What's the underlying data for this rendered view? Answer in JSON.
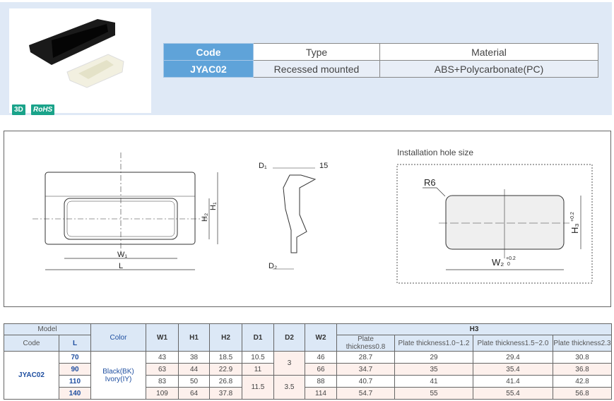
{
  "product": {
    "badges": [
      "3D",
      "RoHS"
    ]
  },
  "spec": {
    "headers": [
      "Code",
      "Type",
      "Material"
    ],
    "values": [
      "JYAC02",
      "Recessed mounted",
      "ABS+Polycarbonate(PC)"
    ]
  },
  "drawing": {
    "labels": {
      "w1": "W₁",
      "l": "L",
      "h1": "H₁",
      "h2": "H₂",
      "d1": "D₁",
      "d2": "D₂",
      "d15": "15"
    },
    "hole": {
      "title": "Installation hole size",
      "r": "R6",
      "w2": "W₂",
      "h3": "H₃",
      "tol_plus": "+0.2",
      "tol_zero": "0"
    }
  },
  "table": {
    "headers": {
      "model": "Model",
      "code": "Code",
      "l": "L",
      "color": "Color",
      "w1": "W1",
      "h1": "H1",
      "h2": "H2",
      "d1": "D1",
      "d2": "D2",
      "w2": "W2",
      "h3": "H3",
      "h3_sub": [
        "Plate thickness0.8",
        "Plate thickness1.0~1.2",
        "Plate thickness1.5~2.0",
        "Plate thickness2.3"
      ]
    },
    "code": "JYAC02",
    "color": [
      "Black(BK)",
      "Ivory(IY)"
    ],
    "d1_groups": [
      "10.5",
      "11",
      "11.5"
    ],
    "d2_groups": [
      "3",
      "3.5"
    ],
    "rows": [
      {
        "l": "70",
        "w1": "43",
        "h1": "38",
        "h2": "18.5",
        "w2": "46",
        "h3": [
          "28.7",
          "29",
          "29.4",
          "30.8"
        ]
      },
      {
        "l": "90",
        "w1": "63",
        "h1": "44",
        "h2": "22.9",
        "w2": "66",
        "h3": [
          "34.7",
          "35",
          "35.4",
          "36.8"
        ]
      },
      {
        "l": "110",
        "w1": "83",
        "h1": "50",
        "h2": "26.8",
        "w2": "88",
        "h3": [
          "40.7",
          "41",
          "41.4",
          "42.8"
        ]
      },
      {
        "l": "140",
        "w1": "109",
        "h1": "64",
        "h2": "37.8",
        "w2": "114",
        "h3": [
          "54.7",
          "55",
          "55.4",
          "56.8"
        ]
      }
    ]
  }
}
